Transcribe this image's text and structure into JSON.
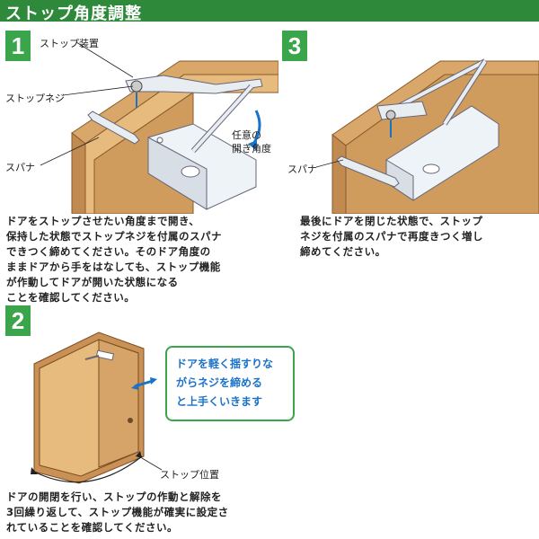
{
  "header": {
    "title": "ストップ角度調整"
  },
  "steps": [
    {
      "number": "1",
      "labels": {
        "stop_device": "ストップ装置",
        "stop_screw": "ストップネジ",
        "spanner": "スパナ",
        "angle": "任意の\n開き角度"
      },
      "caption": "ドアをストップさせたい角度まで開き、\n保持した状態でストップネジを付属のスパナ\nできつく締めてください。そのドア角度の\nままドアから手をはなしても、ストップ機能\nが作動してドアが開いた状態になる\nことを確認してください。"
    },
    {
      "number": "2",
      "labels": {
        "stop_position": "ストップ位置"
      },
      "tip": "ドアを軽く揺すりな\nがらネジを締める\nと上手くいきます",
      "caption": "ドアの開閉を行い、ストップの作動と解除を\n3回繰り返して、ストップ機能が確実に設定さ\nれていることを確認してください。"
    },
    {
      "number": "3",
      "labels": {
        "spanner": "スパナ"
      },
      "caption": "最後にドアを閉じた状態で、ストップ\nネジを付属のスパナで再度きつく増し\n締めてください。"
    }
  ],
  "colors": {
    "header_bg": "#2e8a3a",
    "badge": "#3aa54a",
    "wood": "#c9965a",
    "tip_text": "#1a73c8"
  }
}
